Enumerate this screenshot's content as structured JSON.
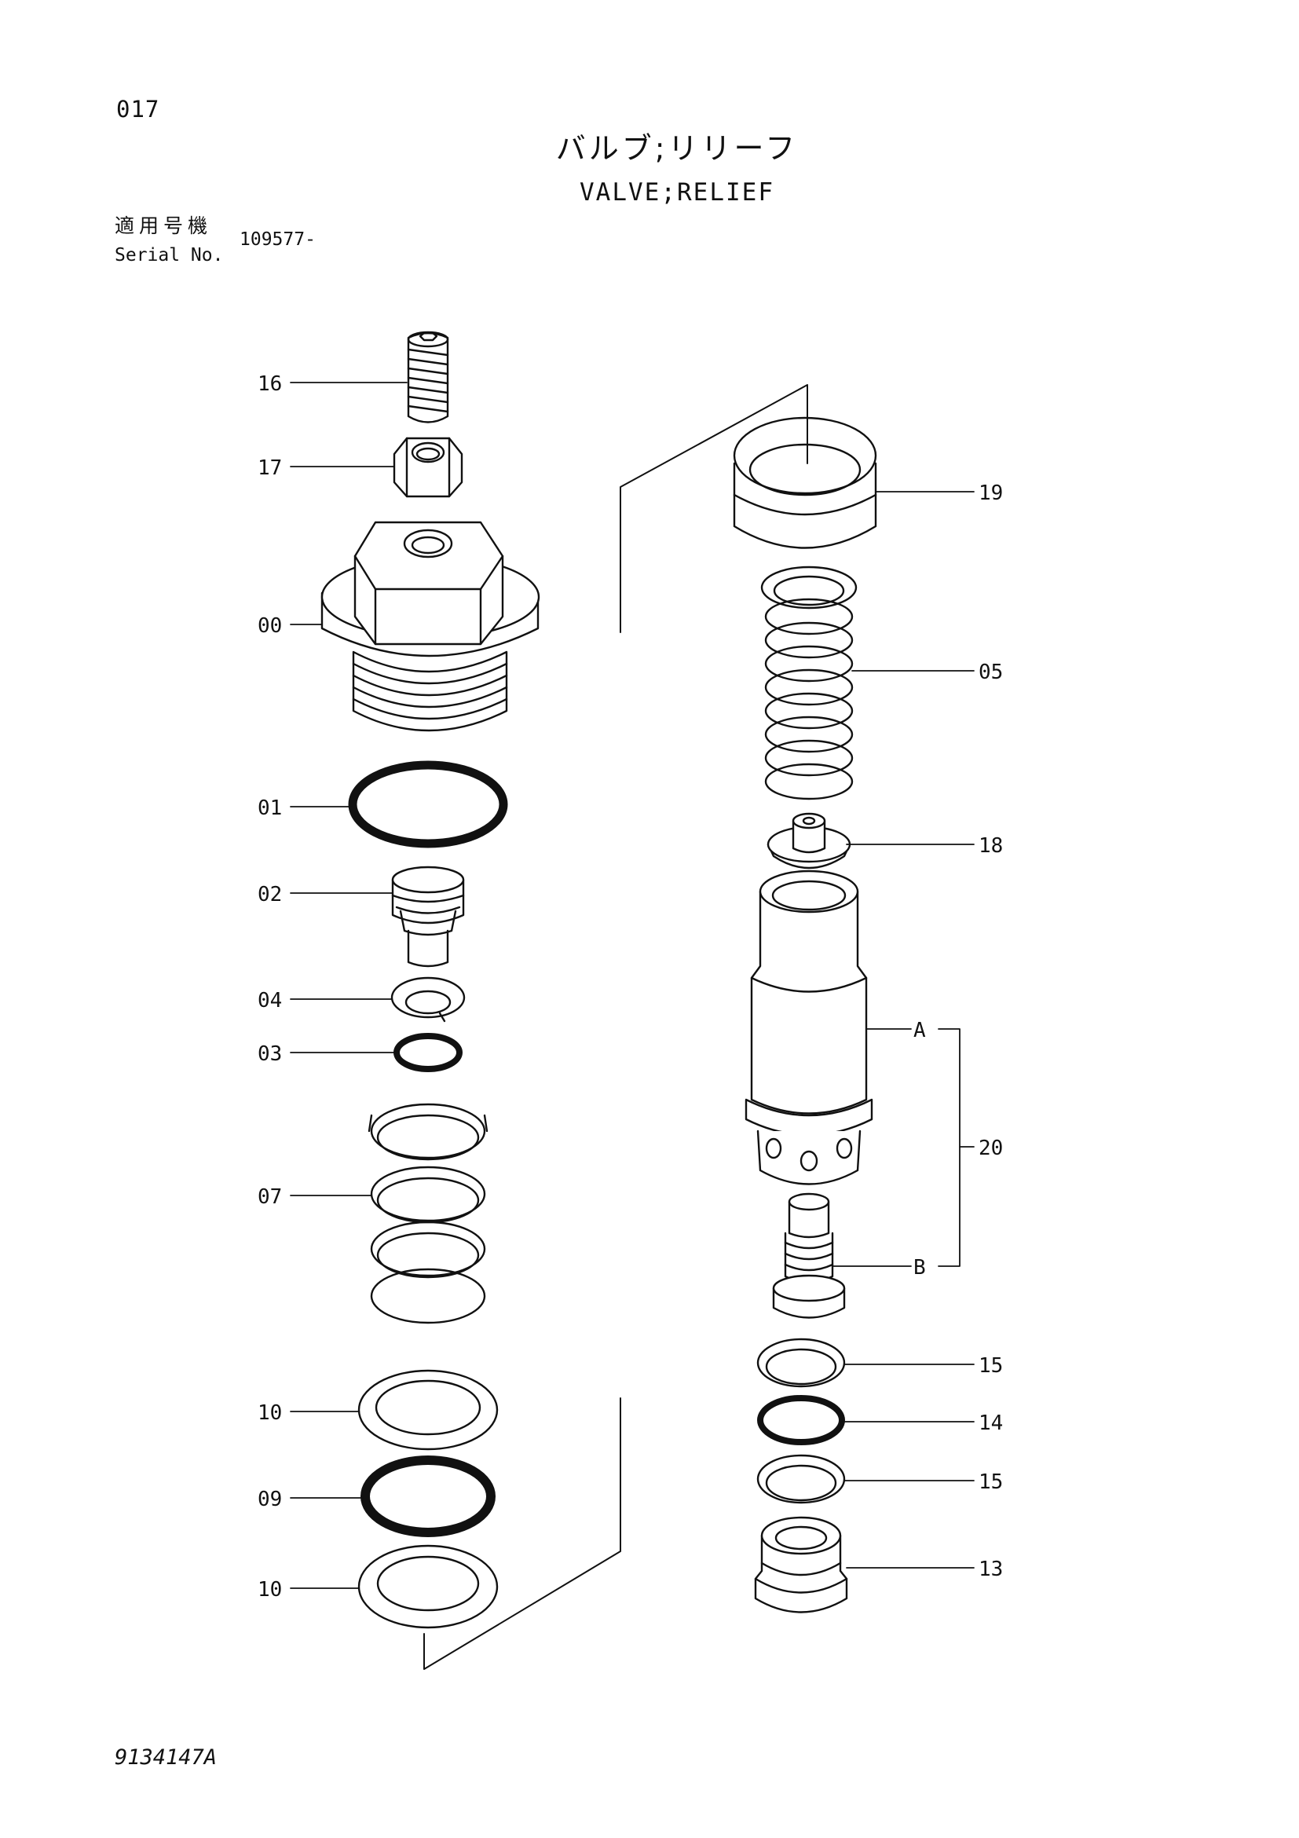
{
  "header": {
    "page_number": "017",
    "title_jp": "バルブ;リリーフ",
    "title_en": "VALVE;RELIEF",
    "serial_label_jp": "適用号機",
    "serial_label_en": "Serial No.",
    "serial_value": "109577-"
  },
  "footer": {
    "doc_code": "9134147A"
  },
  "parts": {
    "left_column": [
      "16",
      "17",
      "00",
      "01",
      "02",
      "04",
      "03",
      "07",
      "10",
      "09",
      "10"
    ],
    "right_column": [
      "19",
      "05",
      "18",
      "A",
      "20",
      "B",
      "15",
      "14",
      "15",
      "13"
    ]
  }
}
